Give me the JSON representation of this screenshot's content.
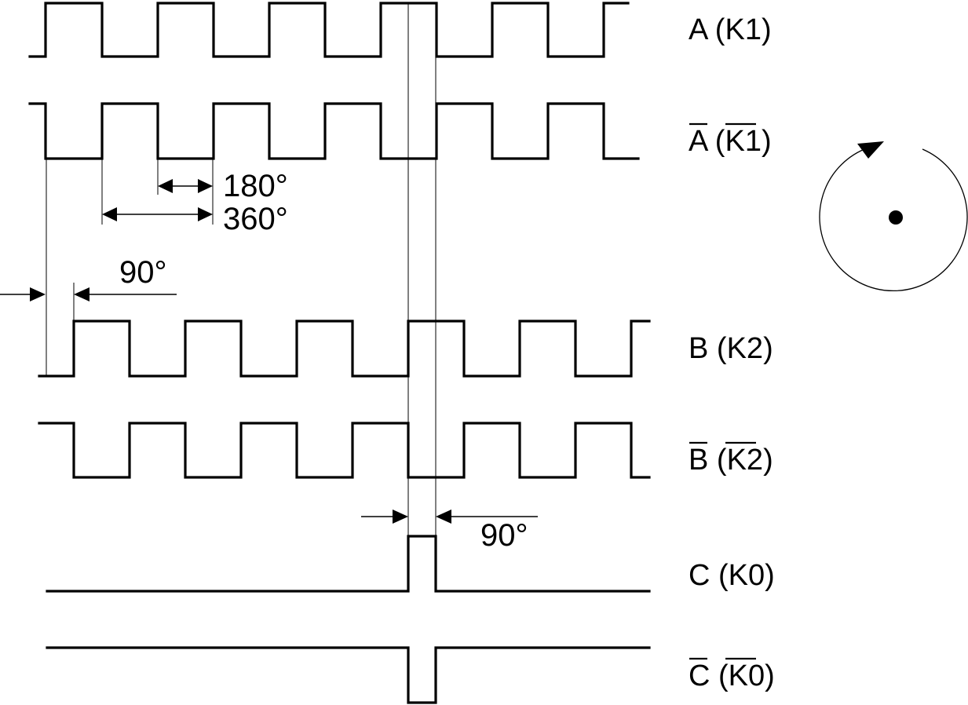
{
  "signals": [
    {
      "id": "A",
      "name": "A",
      "code": "K1",
      "inverted": false
    },
    {
      "id": "A-bar",
      "name": "A",
      "code": "K1",
      "inverted": true
    },
    {
      "id": "B",
      "name": "B",
      "code": "K2",
      "inverted": false
    },
    {
      "id": "B-bar",
      "name": "B",
      "code": "K2",
      "inverted": true
    },
    {
      "id": "C",
      "name": "C",
      "code": "K0",
      "inverted": false
    },
    {
      "id": "C-bar",
      "name": "C",
      "code": "K0",
      "inverted": true
    }
  ],
  "annotations": {
    "half_period": "180°",
    "full_period": "360°",
    "phase_shift_ab": "90°",
    "reference_pulse_width": "90°"
  },
  "rotation": {
    "direction": "clockwise"
  },
  "colors": {
    "ink": "#000000",
    "background": "#ffffff"
  }
}
